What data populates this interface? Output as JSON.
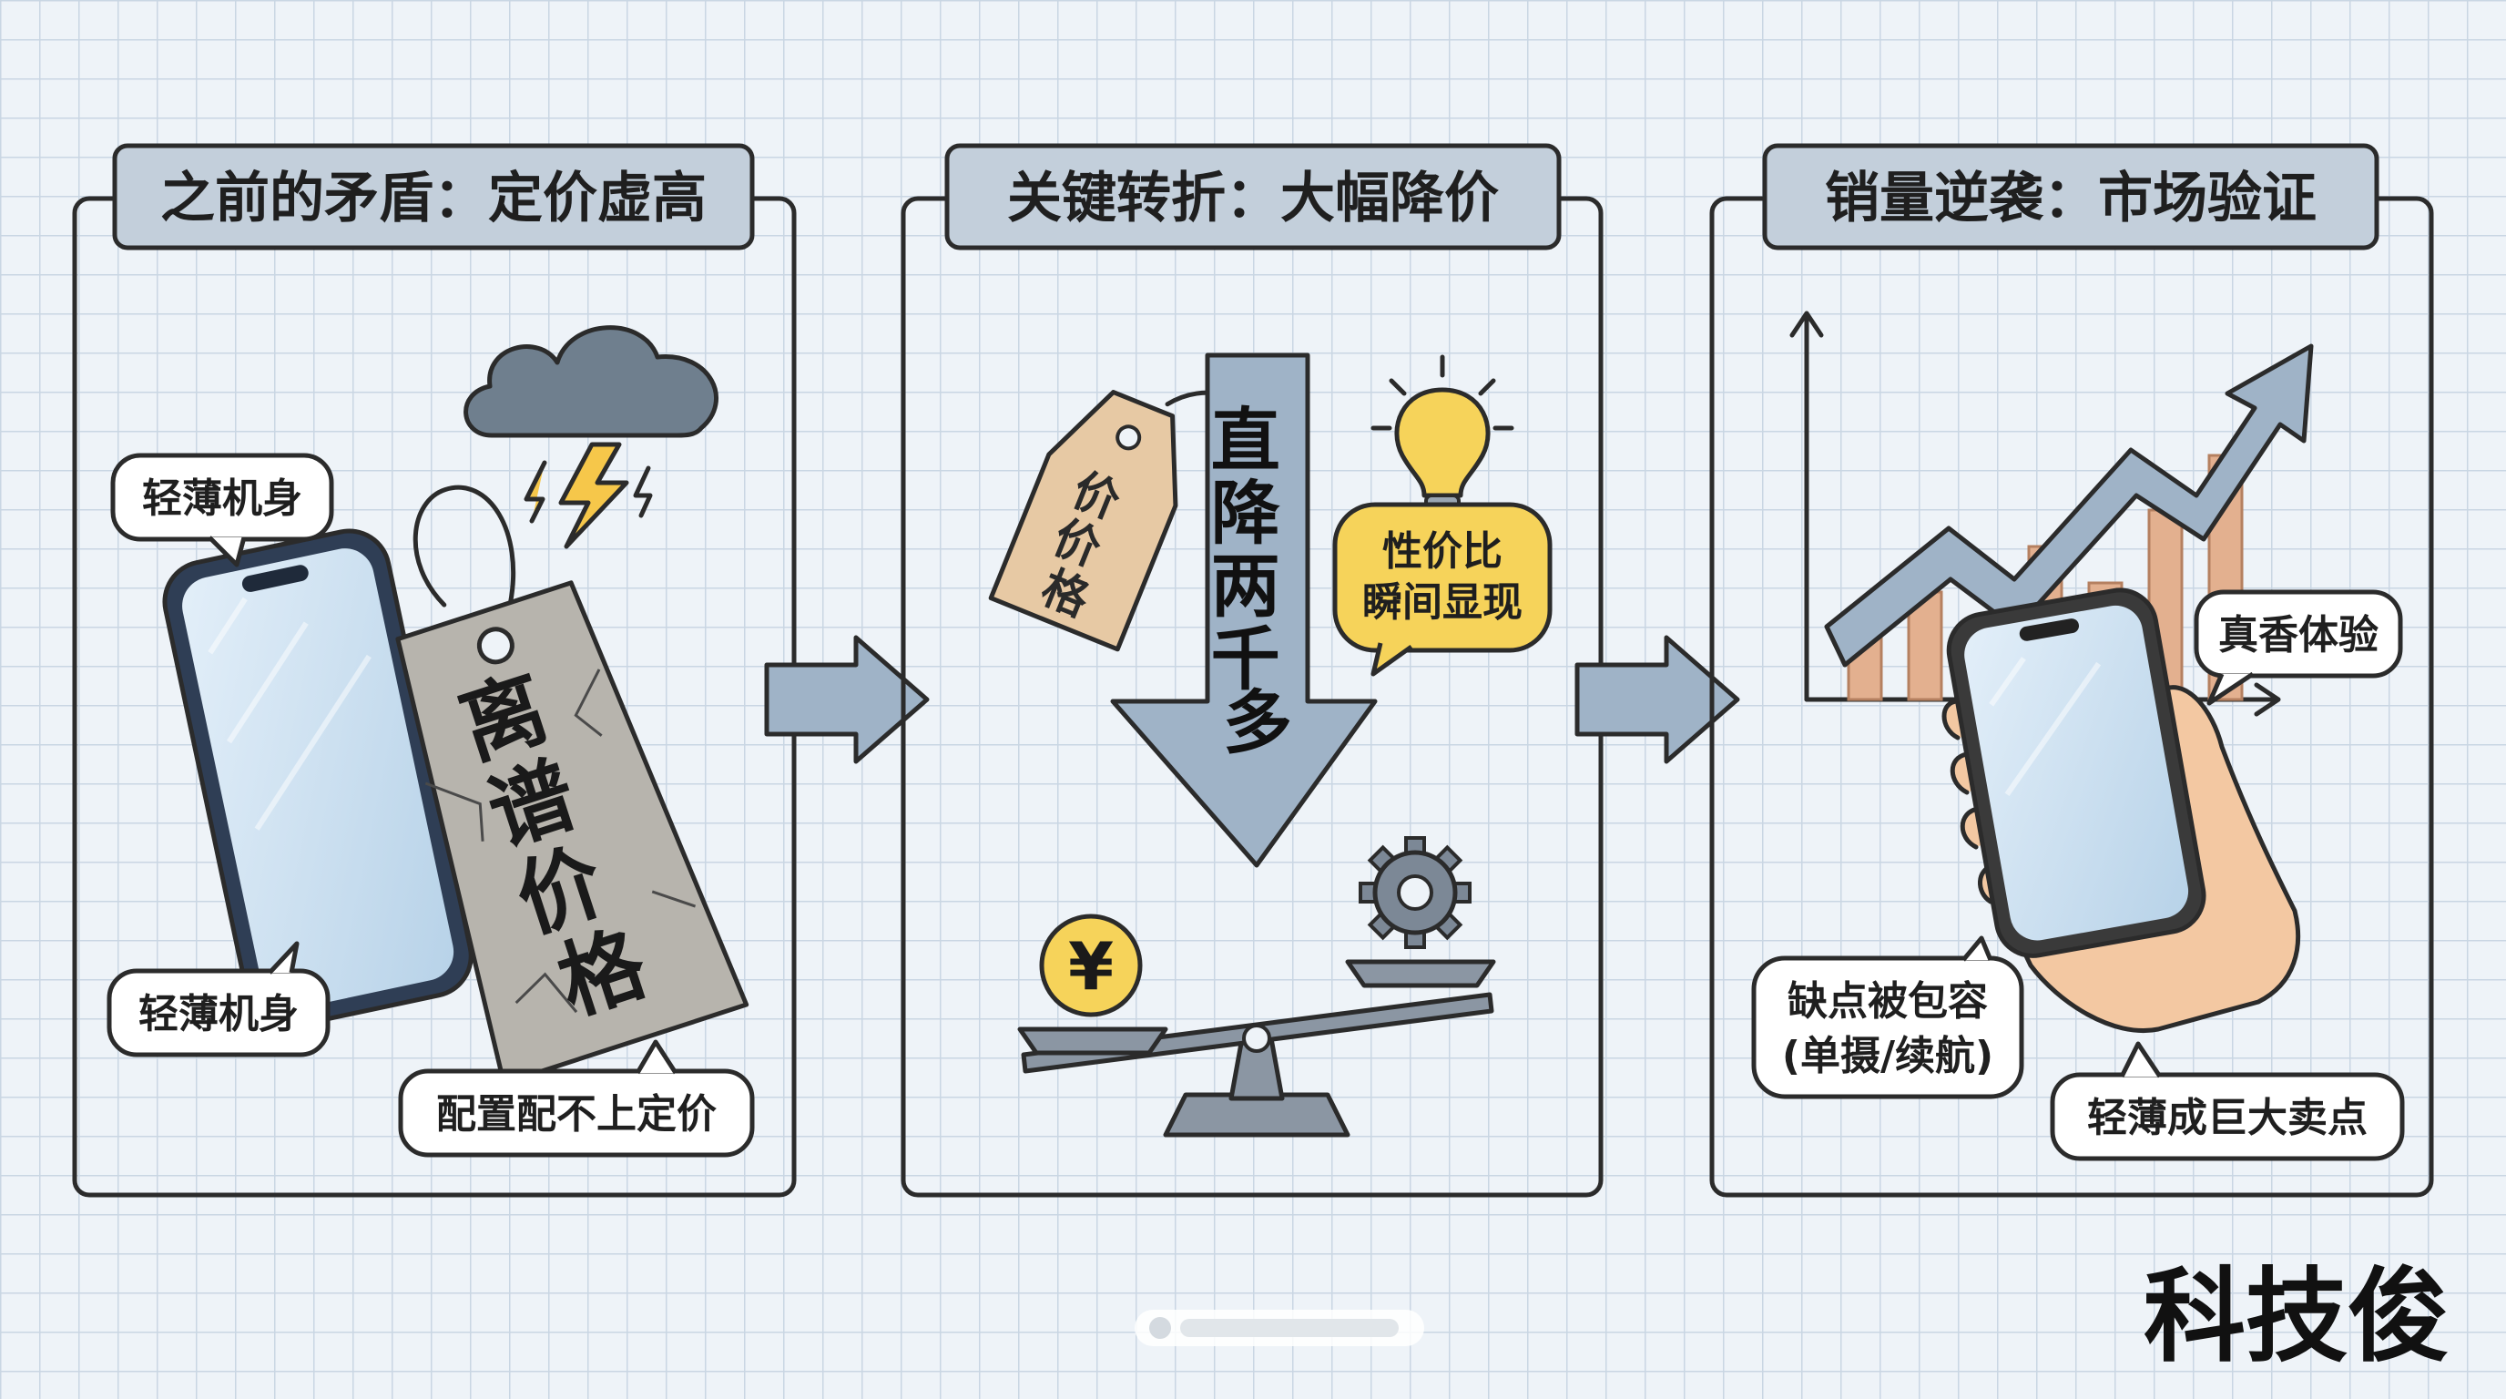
{
  "panels": [
    {
      "title": "之前的矛盾：定价虚高",
      "tag_text": "离谱价格",
      "bubbles": [
        "轻薄机身",
        "轻薄机身",
        "配置配不上定价"
      ]
    },
    {
      "title": "关键转折：大幅降价",
      "tag_text": "价价格",
      "arrow_text": "直降两千多",
      "bubble": [
        "性价比",
        "瞬间显现"
      ],
      "coin_symbol": "¥"
    },
    {
      "title": "销量逆袭：市场验证",
      "bubbles": [
        "真香体验",
        "缺点被包容",
        "(单摄/续航)",
        "轻薄成巨大卖点"
      ]
    }
  ],
  "watermark": "科技俊",
  "colors": {
    "panel_title_bg": "#c3cfdb",
    "arrow_fill": "#9fb3c7",
    "tag_stone": "#b7b4ad",
    "tag_kraft": "#e7c9a4",
    "bulb_yellow": "#f6d35a",
    "bar_orange": "#e3b08f",
    "screen_blue": "#cfe3f2"
  },
  "icons": [
    "cloud-icon",
    "lightning-icon",
    "lightbulb-icon",
    "gear-icon",
    "yen-coin-icon",
    "balance-scale-icon",
    "growth-arrow-icon",
    "hand-icon",
    "phone-icon"
  ]
}
